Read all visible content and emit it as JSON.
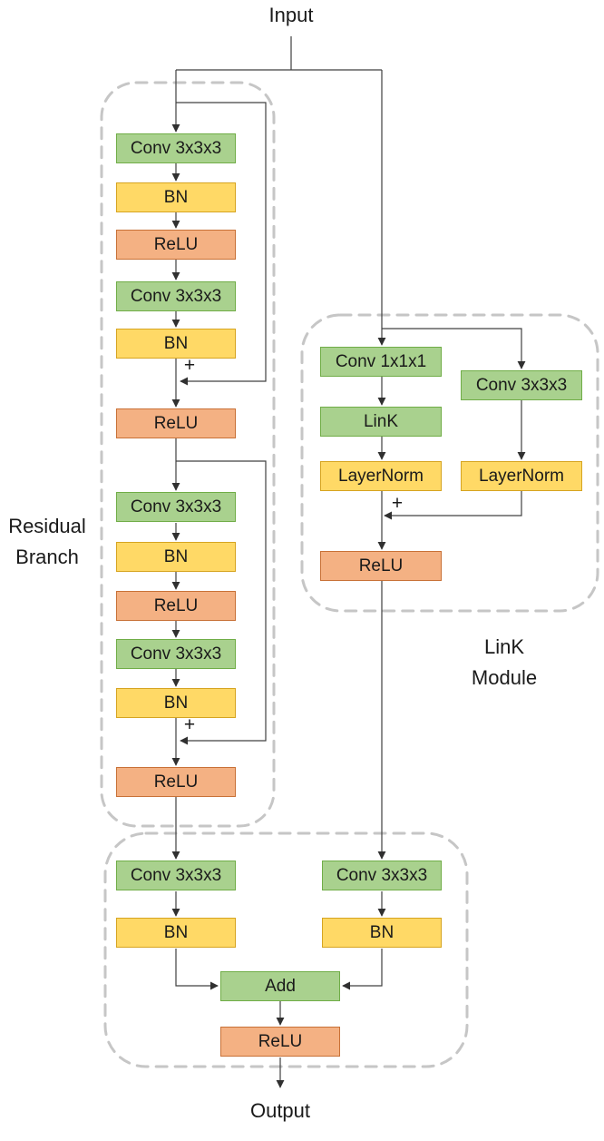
{
  "labels": {
    "input": "Input",
    "output": "Output",
    "plus": "+"
  },
  "groups": {
    "residual_branch": {
      "title_lines": [
        "Residual",
        "Branch"
      ]
    },
    "link_module": {
      "title_lines": [
        "LinK",
        "Module"
      ]
    }
  },
  "residual_branch": {
    "block1": {
      "conv1": "Conv 3x3x3",
      "bn1": "BN",
      "relu1": "ReLU",
      "conv2": "Conv 3x3x3",
      "bn2": "BN",
      "relu_out": "ReLU"
    },
    "block2": {
      "conv1": "Conv 3x3x3",
      "bn1": "BN",
      "relu1": "ReLU",
      "conv2": "Conv 3x3x3",
      "bn2": "BN",
      "relu_out": "ReLU"
    }
  },
  "link_module": {
    "conv_1x1x1": "Conv 1x1x1",
    "link": "LinK",
    "layernorm_left": "LayerNorm",
    "conv_3x3x3": "Conv 3x3x3",
    "layernorm_right": "LayerNorm",
    "relu_out": "ReLU"
  },
  "fusion": {
    "conv_left": "Conv 3x3x3",
    "bn_left": "BN",
    "conv_right": "Conv 3x3x3",
    "bn_right": "BN",
    "add": "Add",
    "relu": "ReLU"
  },
  "colors": {
    "conv_fill": "#a9d18e",
    "conv_border": "#70ad47",
    "bn_fill": "#ffd966",
    "bn_border": "#d6a421",
    "relu_fill": "#f4b183",
    "relu_border": "#c87137",
    "outline": "#c6c6c6",
    "line": "#404040"
  }
}
